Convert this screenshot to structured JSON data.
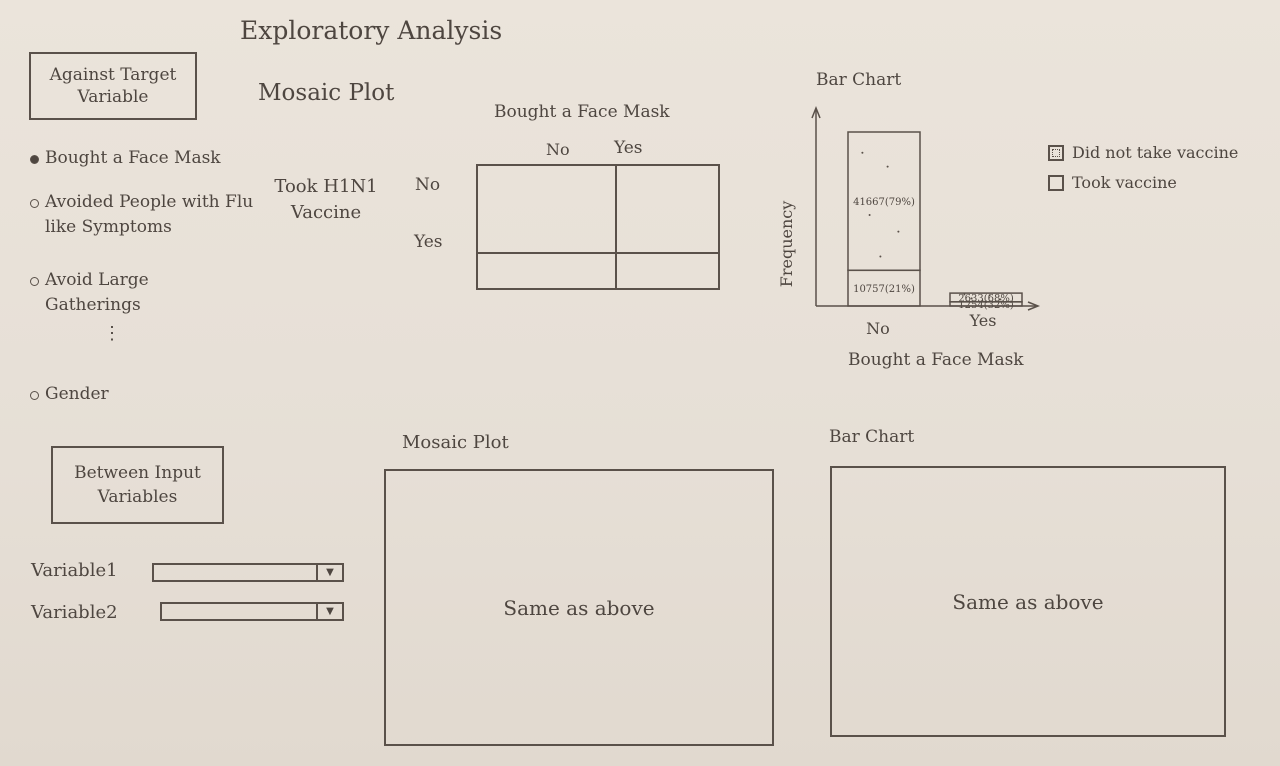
{
  "app": {
    "title": "Exploratory Analysis"
  },
  "target_panel": {
    "button_label": "Against Target Variable",
    "options": [
      {
        "label": "Bought a Face Mask",
        "selected": true
      },
      {
        "label": "Avoided People with Flu like Symptoms",
        "selected": false
      },
      {
        "label": "Avoid Large Gatherings",
        "selected": false
      },
      {
        "label": "Gender",
        "selected": false
      }
    ],
    "ellipsis": "⋮"
  },
  "input_panel": {
    "button_label": "Between Input Variables",
    "variable1_label": "Variable1",
    "variable2_label": "Variable2",
    "variable1_value": "",
    "variable2_value": "",
    "arrow_glyph": "▼"
  },
  "top_mosaic": {
    "title": "Mosaic Plot",
    "x_label": "Bought a Face Mask",
    "x_categories": [
      "No",
      "Yes"
    ],
    "y_label": "Took H1N1 Vaccine",
    "y_categories": [
      "No",
      "Yes"
    ]
  },
  "top_bar": {
    "title": "Bar Chart",
    "legend": [
      {
        "label": "Did not take vaccine",
        "style": "dotted"
      },
      {
        "label": "Took vaccine",
        "style": "plain"
      }
    ]
  },
  "chart_data": {
    "type": "bar",
    "title": "Bar Chart",
    "xlabel": "Bought a Face Mask",
    "ylabel": "Frequency",
    "categories": [
      "No",
      "Yes"
    ],
    "series": [
      {
        "name": "Did not take vaccine",
        "values": [
          41667,
          2633
        ],
        "labels": [
          "41667(79%)",
          "2633(68%)"
        ]
      },
      {
        "name": "Took vaccine",
        "values": [
          10757,
          1254
        ],
        "labels": [
          "10757(21%)",
          "1254(32%)"
        ]
      }
    ]
  },
  "bottom": {
    "mosaic_title": "Mosaic Plot",
    "mosaic_placeholder": "Same as above",
    "bar_title": "Bar Chart",
    "bar_placeholder": "Same as above"
  }
}
